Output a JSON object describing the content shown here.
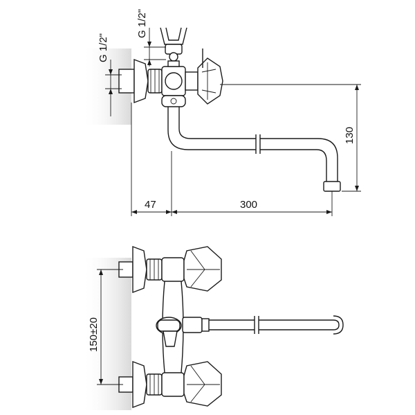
{
  "dimensions": {
    "thread_left": "G 1/2\"",
    "thread_top": "G 1/2\"",
    "spout_height": "130",
    "wall_offset": "47",
    "spout_length": "300",
    "inlet_spacing": "150±20"
  },
  "colors": {
    "line": "#1a1a1a",
    "wall_shade": "#d9d9d9",
    "background": "#ffffff"
  }
}
